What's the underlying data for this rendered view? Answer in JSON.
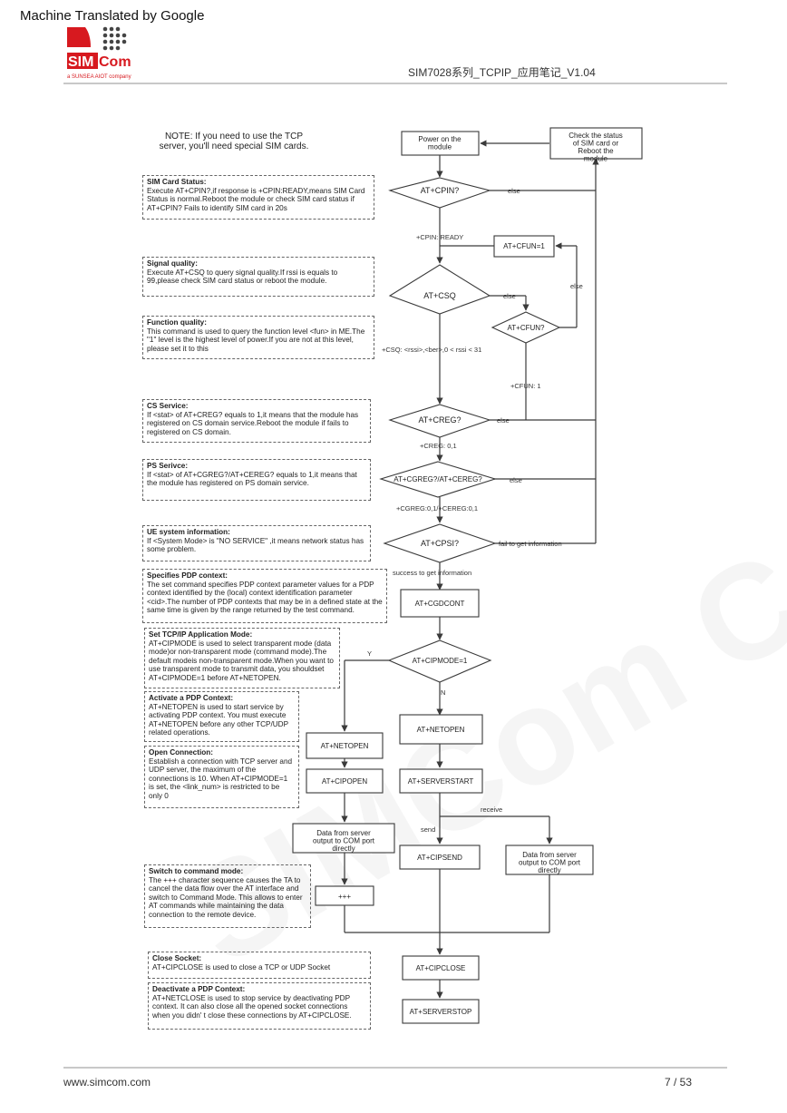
{
  "header": {
    "machine_translated": "Machine Translated by Google",
    "logo_text": "SIMCom",
    "logo_tagline": "a SUNSEA AIOT company",
    "doc_title": "SIM7028系列_TCPIP_应用笔记_V1.04"
  },
  "footer": {
    "url": "www.simcom.com",
    "page": "7 / 53"
  },
  "top_note": "NOTE: If you need to use the TCP server, you'll need special SIM cards.",
  "notes": {
    "sim_card": {
      "title": "SIM Card Status:",
      "body": "Execute AT+CPIN?,if response is +CPIN:READY,means SIM Card Status is normal.Reboot the module or check  SIM card status if AT+CPIN? Fails to identify SIM card in 20s"
    },
    "signal": {
      "title": "Signal quality:",
      "body": "Execute AT+CSQ to query signal quality.If rssi is equals to 99,please check SIM card status or reboot the module."
    },
    "function": {
      "title": "Function quality:",
      "body": "This command is used to query the function level <fun> in ME.The \"1\" level is the highest level of power.If you are not at this level, please set it to this"
    },
    "cs": {
      "title": "CS Service:",
      "body": "If <stat> of AT+CREG? equals to 1,it means that the module has registered on CS domain service.Reboot the module if fails to registered on CS domain."
    },
    "ps": {
      "title": "PS Serivce:",
      "body": "If <stat> of AT+CGREG?/AT+CEREG? equals to 1,it means that the module has registered on PS domain service."
    },
    "ue": {
      "title": "UE system information:",
      "body": "If <System Mode> is  \"NO SERVICE\" ,it means network status has some problem."
    },
    "pdp": {
      "title": "Specifies PDP context:",
      "body": "The set command specifies PDP context parameter values for a  PDP context identified by the (local) context identification parameter <cid>.The number of PDP contexts that may be in a defined state at the same time is given by  the range returned by the test command."
    },
    "tcpip_mode": {
      "title": "Set TCP/IP Application Mode:",
      "body": "AT+CIPMODE is used to select transparent mode (data mode)or non-transparent mode (command mode).The default modeis non-transparent mode.When you want to use transparent    mode to transmit data, you shouldset AT+CIPMODE=1 before AT+NETOPEN."
    },
    "activate": {
      "title": "Activate a PDP Context:",
      "body": "AT+NETOPEN is used to start service by  activating PDP context. You must execute AT+NETOPEN before   any other TCP/UDP related operations."
    },
    "open_conn": {
      "title": "Open Connection:",
      "body": "Establish a connection with TCP server and UDP server, the maximum of the connections is 10. When AT+CIPMODE=1 is set, the <link_num> is restricted to be only 0"
    },
    "switch_cmd": {
      "title": "Switch to command mode:",
      "body": "The +++ character sequence causes the TA to cancel the data flow over the AT interface and switch to Command Mode. This allows to enter AT commands while maintaining the data connection to the remote device."
    },
    "close_socket": {
      "title": "Close Socket:",
      "body": "AT+CIPCLOSE is used to close a TCP or UDP Socket"
    },
    "deactivate": {
      "title": "Deactivate a PDP Context:",
      "body": "AT+NETCLOSE is used to stop service by deactivating PDP context. It can also close all the opened socket connections when you didn' t close these connections by AT+CIPCLOSE."
    }
  },
  "nodes": {
    "power_on": "Power on the module",
    "check_status": "Check the status of SIM card or Reboot the module",
    "cpin": "AT+CPIN?",
    "cfun1": "AT+CFUN=1",
    "csq": "AT+CSQ",
    "cfun_q": "AT+CFUN?",
    "creg": "AT+CREG?",
    "cgreg": "AT+CGREG?/AT+CEREG?",
    "cpsi": "AT+CPSI?",
    "cgdcont": "AT+CGDCONT",
    "cipmode": "AT+CIPMODE=1",
    "netopen_y": "AT+NETOPEN",
    "netopen_n": "AT+NETOPEN",
    "cipopen": "AT+CIPOPEN",
    "serverstart": "AT+SERVERSTART",
    "data_com1": "Data from server output to COM port directly",
    "cipsend": "AT+CIPSEND",
    "data_com2": "Data from server output  to COM port directly",
    "plus": "+++",
    "cipclose": "AT+CIPCLOSE",
    "serverstop": "AT+SERVERSTOP"
  },
  "edge_labels": {
    "else1": "else",
    "cpin_ready": "+CPIN: READY",
    "else2": "else",
    "else3": "else",
    "csq_resp": "+CSQ: <rssi>,<ber>,0 < rssi < 31",
    "cfun_resp": "+CFUN: 1",
    "else4": "else",
    "creg_resp": "+CREG: 0,1",
    "else5": "else",
    "cgreg_resp": "+CGREG:0,1/+CEREG:0,1",
    "fail_info": "fail to get information",
    "success_info": "success to get information",
    "yes": "Y",
    "no": "N",
    "receive": "receive",
    "send": "send"
  },
  "watermark": "SIMCom Confidential",
  "colors": {
    "logo_red": "#d7191f",
    "stroke": "#3a3a3a"
  }
}
